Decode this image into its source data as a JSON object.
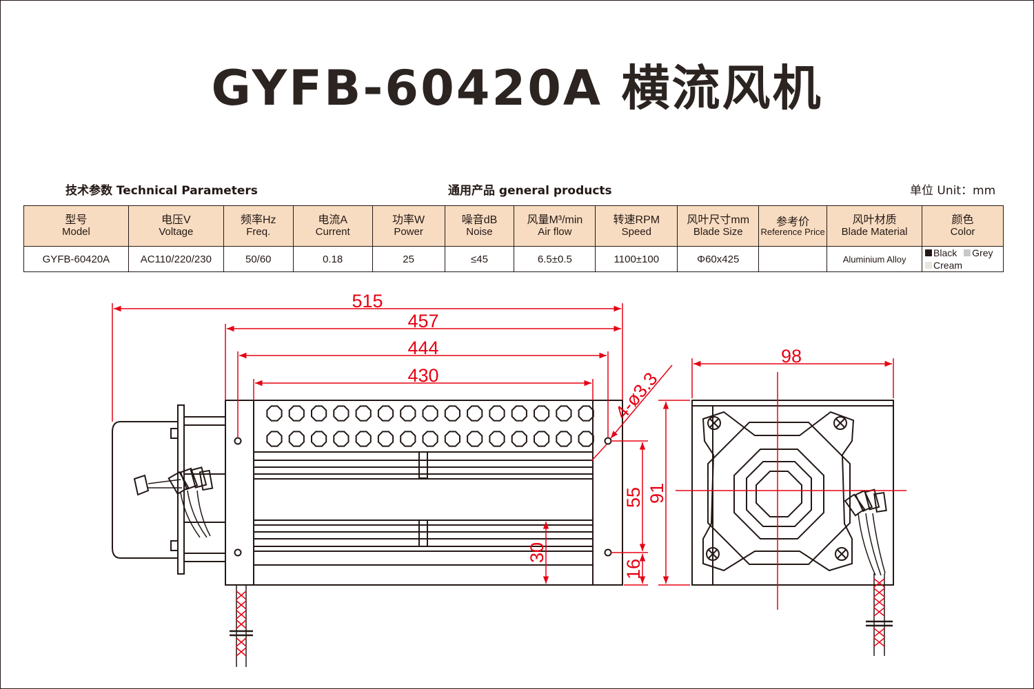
{
  "title": "GYFB-60420A 横流风机",
  "section_labels": {
    "technical": "技术参数 Technical Parameters",
    "general": "通用产品 general products",
    "unit": "单位 Unit：mm"
  },
  "table": {
    "headers": [
      {
        "cn": "型号",
        "en": "Model"
      },
      {
        "cn": "电压V",
        "en": "Voltage"
      },
      {
        "cn": "频率Hz",
        "en": "Freq."
      },
      {
        "cn": "电流A",
        "en": "Current"
      },
      {
        "cn": "功率W",
        "en": "Power"
      },
      {
        "cn": "噪音dB",
        "en": "Noise"
      },
      {
        "cn": "风量M³/min",
        "en": "Air flow"
      },
      {
        "cn": "转速RPM",
        "en": "Speed"
      },
      {
        "cn": "风叶尺寸mm",
        "en": "Blade Size"
      },
      {
        "cn": "参考价",
        "en": "Reference Price"
      },
      {
        "cn": "风叶材质",
        "en": "Blade Material"
      },
      {
        "cn": "颜色",
        "en": "Color"
      }
    ],
    "row": {
      "model": "GYFB-60420A",
      "voltage": "AC110/220/230",
      "freq": "50/60",
      "current": "0.18",
      "power": "25",
      "noise": "≤45",
      "airflow": "6.5±0.5",
      "speed": "1100±100",
      "blade_size": "Φ60x425",
      "price": "",
      "material": "Aluminium Alloy",
      "colors": [
        {
          "name": "Black",
          "hex": "#231815"
        },
        {
          "name": "Grey",
          "hex": "#c8c8c8"
        },
        {
          "name": "Cream",
          "hex": "#ebe6dc"
        }
      ]
    }
  },
  "dimensions": {
    "overall_length": "515",
    "body_length": "457",
    "hole_spacing": "444",
    "impeller_length": "430",
    "hole_spec": "4-ø3.3",
    "height_55": "55",
    "height_16": "16",
    "height_30": "30",
    "side_width": "98",
    "side_height": "91"
  },
  "colors": {
    "dimension": "#e60012",
    "line": "#231815",
    "header_bg": "#f8dcc1"
  }
}
